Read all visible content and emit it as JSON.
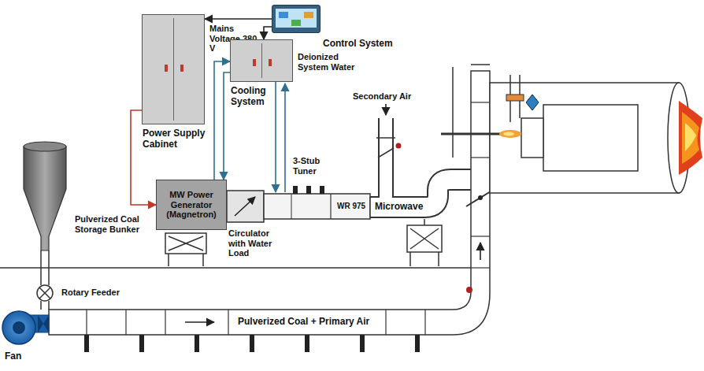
{
  "diagram": {
    "nodes": [
      {
        "text": [
          "Power Supply Cabinet"
        ]
      },
      {
        "text": [
          "Control System"
        ]
      },
      {
        "text": [
          "Cooling System"
        ]
      },
      {
        "text": [
          "MW Power Generator (Magnetron)"
        ]
      }
    ],
    "edges": [
      {
        "from": 1,
        "to": 0,
        "arrow": "to"
      },
      {
        "from": 1,
        "to": 2,
        "arrow": "to"
      },
      {
        "from": 0,
        "to": 3,
        "arrow": "to"
      },
      {
        "from": 2,
        "to": 3,
        "arrow": "to"
      },
      {
        "from": 3,
        "to": 2,
        "arrow": "to"
      }
    ],
    "labels": [
      "Mains Voltage 380 V",
      "Deionized System Water",
      "Secondary Air",
      "3-Stub Tuner",
      "Circulator with Water Load",
      "WR 975",
      "Microwave",
      "Pulverized Coal Storage Bunker",
      "Rotary Feeder",
      "Pulverized Coal + Primary Air",
      "Fan"
    ]
  }
}
